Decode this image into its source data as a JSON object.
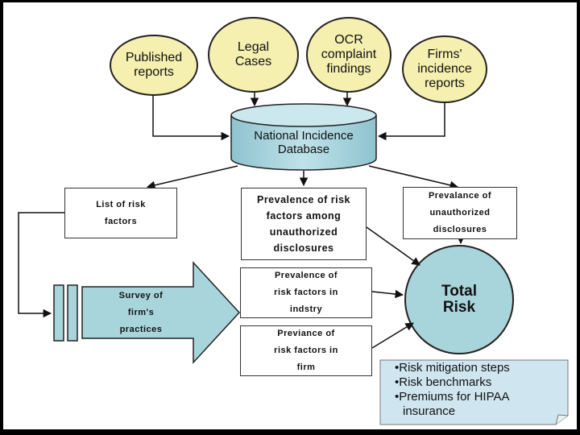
{
  "sources": {
    "published_reports": "Published\nreports",
    "legal_cases": "Legal\nCases",
    "ocr_findings": "OCR\ncomplaint\nfindings",
    "firms_reports": "Firms'\nincidence\nreports"
  },
  "database": {
    "label": "National Incidence\nDatabase"
  },
  "boxes": {
    "risk_factors": "List of risk\nfactors",
    "prevalence_unauthorized": "Prevalence of risk\nfactors among\nunauthorized\ndisclosures",
    "prevalence_disclosures": "Prevalance of\nunauthorized\ndisclosures",
    "prevalence_industry": "Prevalence of\nrisk factors in\nindstry",
    "prevalence_firm": "Previance of\nrisk factors in\nfirm"
  },
  "survey": {
    "label": "Survey of\nfirm's\npractices"
  },
  "total_risk": {
    "label": "Total\nRisk"
  },
  "outputs": {
    "items": [
      "•Risk mitigation steps",
      "•Risk benchmarks",
      "•Premiums for HIPAA",
      "insurance"
    ]
  },
  "colors": {
    "source_fill": "#f5efb0",
    "database_fill": "#a8d4dc",
    "arrow_fill": "#a8d4dc",
    "total_fill": "#a8d4dc",
    "note_fill": "#cfe6f0"
  }
}
